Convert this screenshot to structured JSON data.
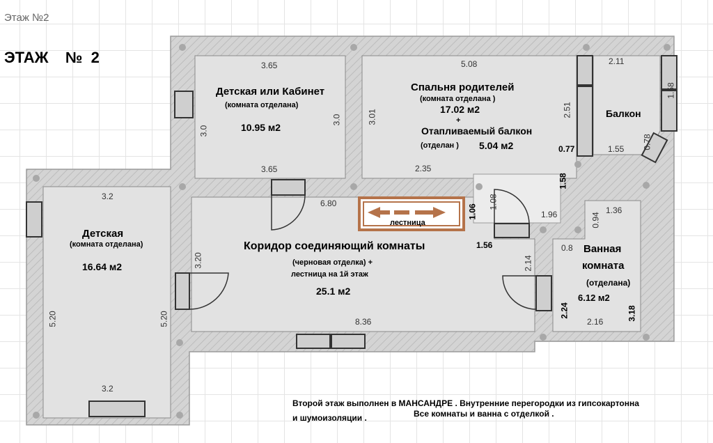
{
  "header": {
    "small_title": "Этаж №2",
    "title": "ЭТАЖ    №  2"
  },
  "rooms": {
    "study": {
      "name": "Детская или Кабинет",
      "note": "(комната отделана)",
      "area": "10.95 м2",
      "dims": {
        "top": "3.65",
        "bottom": "3.65",
        "left": "3.0",
        "right": "3.0"
      }
    },
    "parents": {
      "name": "Спальня родителей",
      "note": "(комната отделана )",
      "area": "17.02 м2",
      "plus": "+",
      "extra": "Отапливаемый балкон",
      "extra_note": "(отделан )",
      "extra_area": "5.04 м2",
      "dims": {
        "top": "5.08",
        "left": "3.01",
        "right": "2.51",
        "bottom": "2.35"
      }
    },
    "balcony": {
      "name": "Балкон",
      "dims": {
        "top": "2.11",
        "right": "1.58",
        "bottom": "1.55",
        "diag": "0.78",
        "left_bottom": "0.77"
      }
    },
    "kids": {
      "name": "Детская",
      "note": "(комната отделана)",
      "area": "16.64 м2",
      "dims": {
        "top": "3.2",
        "bottom": "3.2",
        "left": "5.20",
        "right": "5.20"
      }
    },
    "corridor": {
      "name": "Коридор соединяющий комнаты",
      "note": "(черновая отделка) +",
      "note2": "лестница на 1й этаж",
      "area": "25.1 м2",
      "dims": {
        "top": "6.80",
        "bottom": "8.36",
        "left": "3.20",
        "right": "2.14",
        "stair_h": "1.06",
        "stair_w": "1.56",
        "niche_h": "1.08",
        "niche_w": "1.96",
        "step": "1.58"
      }
    },
    "stairs": {
      "label": "лестница"
    },
    "bath": {
      "name1": "Ванная",
      "name2": "комната",
      "note": "(отделана)",
      "area": "6.12 м2",
      "dims": {
        "top": "1.36",
        "side": "0.94",
        "top_left": "0.8",
        "left": "2.24",
        "bottom": "2.16",
        "right": "3.18"
      }
    }
  },
  "footnote": {
    "line1": "Второй этаж выполнен в МАНСАНДРЕ . Внутренние перегородки из гипсокартонна",
    "line2": "и шумоизоляции .",
    "line3": "Все комнаты и ванна с отделкой ."
  },
  "colors": {
    "wall": "#c8c8c8",
    "wall_stroke": "#9a9a9a",
    "room_fill": "#e2e2e2",
    "stair_frame": "#b5734a"
  }
}
